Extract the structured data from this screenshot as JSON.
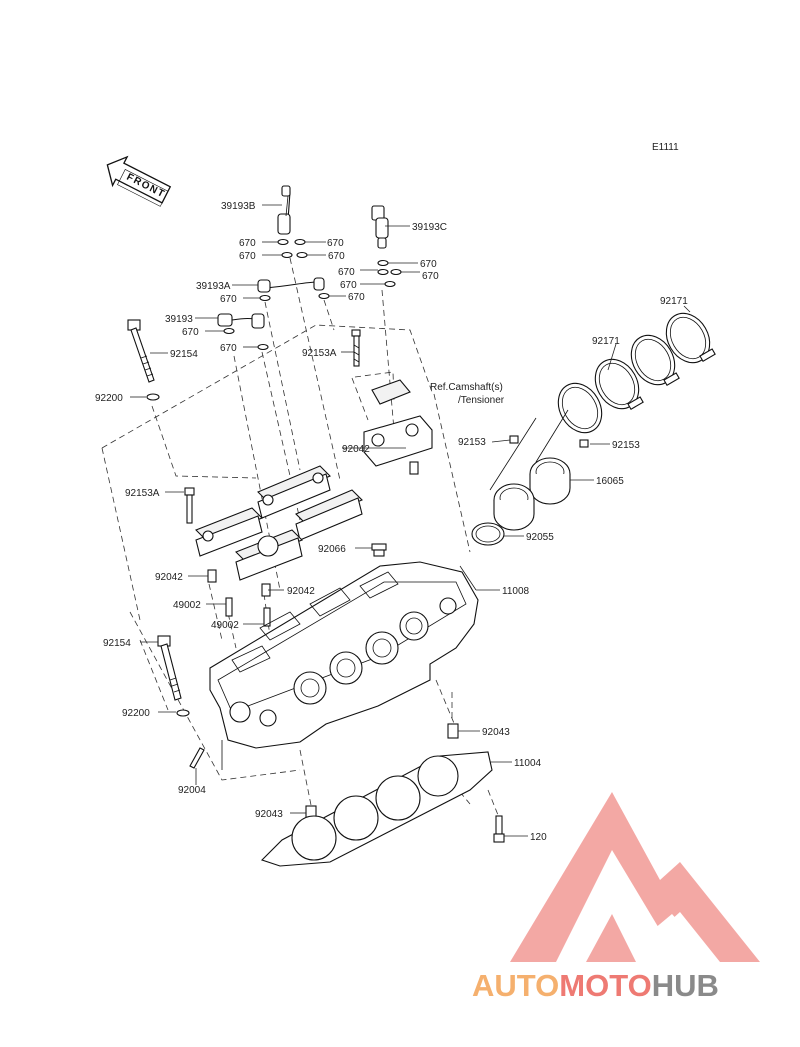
{
  "diagram": {
    "code": "E1111",
    "front_label": "FRONT",
    "reference_note": {
      "line1": "Ref.Camshaft(s)",
      "line2": "/Tensioner"
    },
    "labels": {
      "p39193B": "39193B",
      "p39193C": "39193C",
      "p39193A": "39193A",
      "p39193": "39193",
      "p670_1": "670",
      "p670_2": "670",
      "p670_3": "670",
      "p670_4": "670",
      "p670_5": "670",
      "p670_6": "670",
      "p670_7": "670",
      "p670_8": "670",
      "p670_9": "670",
      "p670_10": "670",
      "p670_11": "670",
      "p670_12": "670",
      "p92154_top": "92154",
      "p92153A_top": "92153A",
      "p92200_top": "92200",
      "p92153A_mid": "92153A",
      "p92042_right": "92042",
      "p92042_left": "92042",
      "p92042_mid": "92042",
      "p92066": "92066",
      "p49002_a": "49002",
      "p49002_b": "49002",
      "p92154_bottom": "92154",
      "p92200_bottom": "92200",
      "p92004": "92004",
      "p92043_right": "92043",
      "p92043_left": "92043",
      "p11008": "11008",
      "p11004": "11004",
      "p120": "120",
      "p92171_a": "92171",
      "p92171_b": "92171",
      "p92153_a": "92153",
      "p92153_b": "92153",
      "p16065": "16065",
      "p92055": "92055"
    }
  },
  "watermark": {
    "part1": "AUTO",
    "part2": "MOTO",
    "part3": "HUB",
    "color_orange": "#f5b06e",
    "color_red": "#ee7a73",
    "color_gray": "#8a8a8a",
    "logo_color": "#f3a19d"
  }
}
